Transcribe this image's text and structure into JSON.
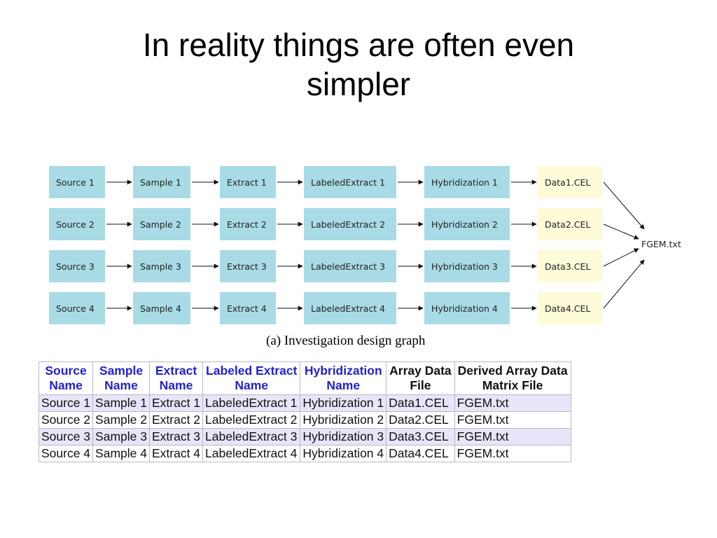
{
  "title_line1": "In reality things are often even",
  "title_line2": "simpler",
  "diagram": {
    "caption": "(a)  Investigation design graph",
    "rows": [
      [
        "Source 1",
        "Sample 1",
        "Extract 1",
        "LabeledExtract 1",
        "Hybridization 1",
        "Data1.CEL"
      ],
      [
        "Source 2",
        "Sample 2",
        "Extract 2",
        "LabeledExtract 2",
        "Hybridization 2",
        "Data2.CEL"
      ],
      [
        "Source 3",
        "Sample 3",
        "Extract 3",
        "LabeledExtract 3",
        "Hybridization 3",
        "Data3.CEL"
      ],
      [
        "Source 4",
        "Sample 4",
        "Extract 4",
        "LabeledExtract 4",
        "Hybridization 4",
        "Data4.CEL"
      ]
    ],
    "merge_node": "FGEM.txt",
    "colors": {
      "process_node": "#a8dbe6",
      "data_node": "#fdfbd8",
      "arrow": "#111111"
    }
  },
  "table": {
    "headers": [
      [
        "Source",
        "Name"
      ],
      [
        "Sample",
        "Name"
      ],
      [
        "Extract",
        "Name"
      ],
      [
        "Labeled Extract",
        "Name"
      ],
      [
        "Hybridization",
        "Name"
      ],
      [
        "Array Data",
        "File"
      ],
      [
        "Derived Array Data",
        "Matrix File"
      ]
    ],
    "rows": [
      [
        "Source 1",
        "Sample 1",
        "Extract 1",
        "LabeledExtract 1",
        "Hybridization 1",
        "Data1.CEL",
        "FGEM.txt"
      ],
      [
        "Source 2",
        "Sample 2",
        "Extract 2",
        "LabeledExtract 2",
        "Hybridization 2",
        "Data2.CEL",
        "FGEM.txt"
      ],
      [
        "Source 3",
        "Sample 3",
        "Extract 3",
        "LabeledExtract 3",
        "Hybridization 3",
        "Data3.CEL",
        "FGEM.txt"
      ],
      [
        "Source 4",
        "Sample 4",
        "Extract 4",
        "LabeledExtract 4",
        "Hybridization 4",
        "Data4.CEL",
        "FGEM.txt"
      ]
    ]
  }
}
